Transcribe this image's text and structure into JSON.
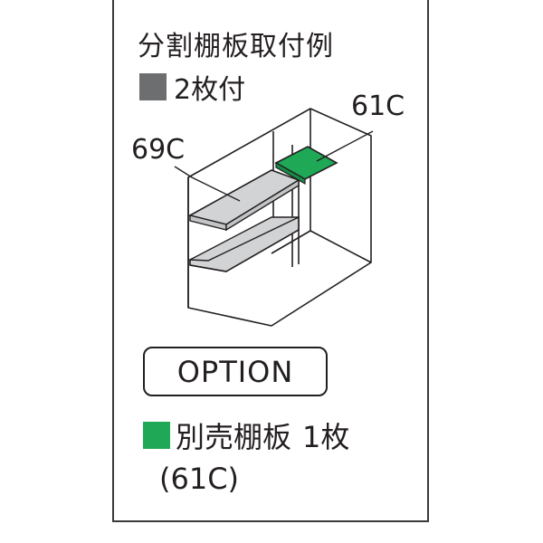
{
  "title": "分割棚板取付例",
  "legend_included": {
    "swatch_color": "#6d6e70",
    "text": "2枚付"
  },
  "labels": {
    "shelf_69c": "69C",
    "shelf_61c": "61C"
  },
  "option": {
    "label": "OPTION"
  },
  "legend_optional": {
    "swatch_color": "#1fa856",
    "text": "別売棚板",
    "quantity": "1枚"
  },
  "option_part": "(61C)"
}
